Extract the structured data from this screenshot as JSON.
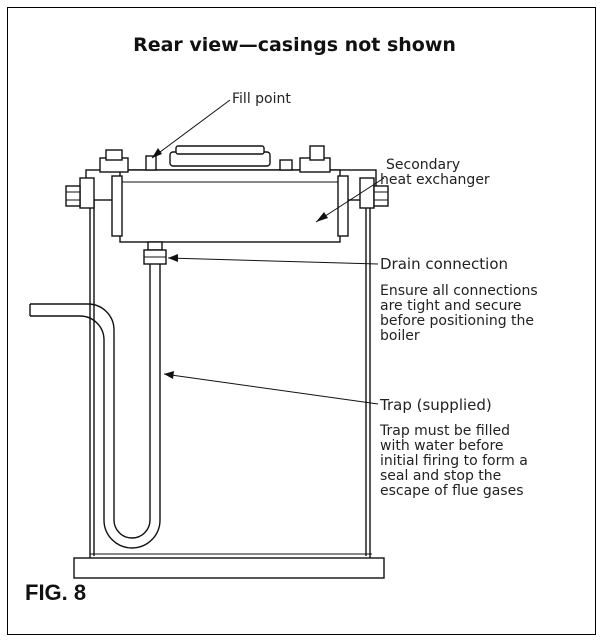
{
  "figure": {
    "title": "Rear view—casings not shown",
    "caption": "FIG. 8",
    "labels": {
      "fill_point": "Fill point",
      "secondary_hx_line1": "Secondary",
      "secondary_hx_line2": "heat exchanger",
      "drain_connection": "Drain connection",
      "drain_note_line1": "Ensure all connections",
      "drain_note_line2": "are tight and secure",
      "drain_note_line3": "before positioning the",
      "drain_note_line4": "boiler",
      "trap": "Trap (supplied)",
      "trap_note_line1": "Trap must be filled",
      "trap_note_line2": "with water before",
      "trap_note_line3": "initial firing to form a",
      "trap_note_line4": "seal and stop the",
      "trap_note_line5": "escape of flue gases"
    }
  }
}
